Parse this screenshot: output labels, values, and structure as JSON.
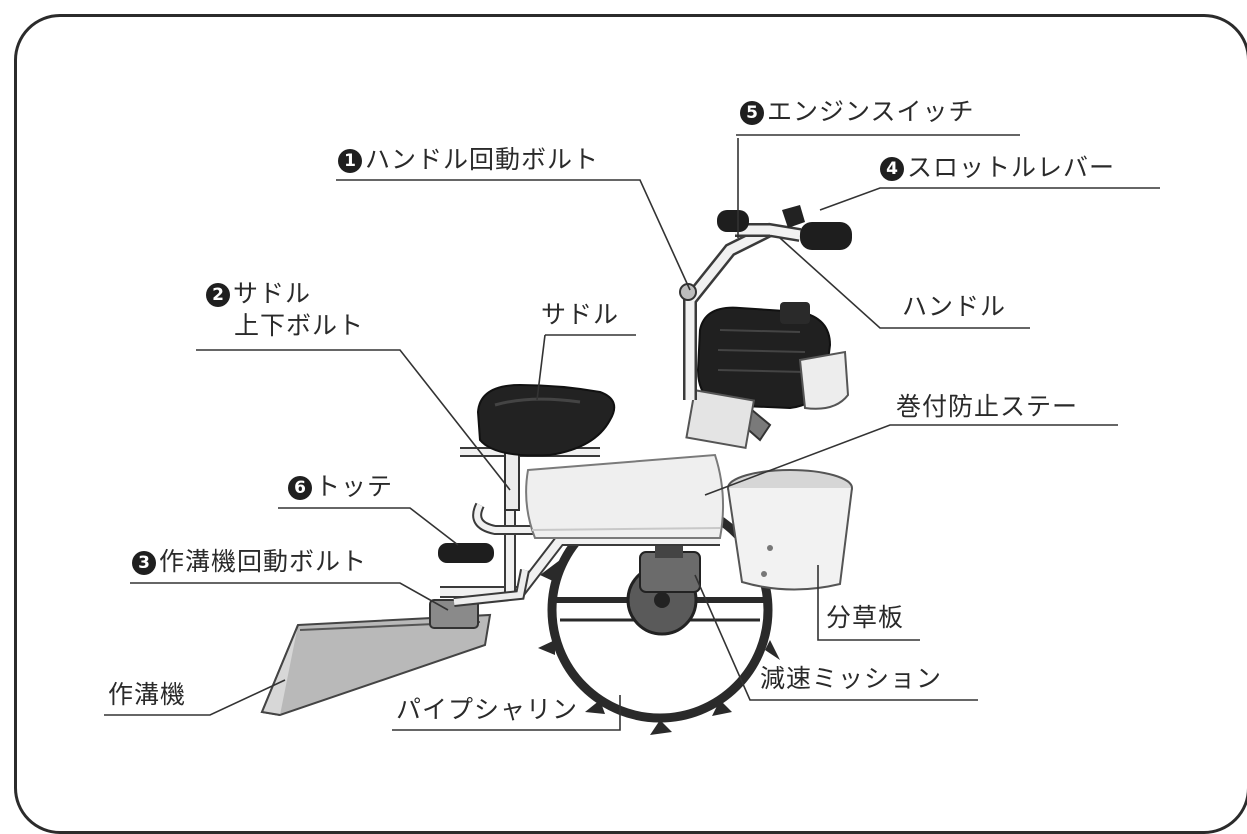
{
  "labels": {
    "handle_pivot_bolt": {
      "num": "1",
      "text": "ハンドル回動ボルト"
    },
    "saddle_bolt": {
      "num": "2",
      "line1": "サドル",
      "line2": "上下ボルト"
    },
    "ditcher_pivot_bolt": {
      "num": "3",
      "text": "作溝機回動ボルト"
    },
    "throttle_lever": {
      "num": "4",
      "text": "スロットルレバー"
    },
    "engine_switch": {
      "num": "5",
      "text": "エンジンスイッチ"
    },
    "grip": {
      "num": "6",
      "text": "トッテ"
    },
    "saddle": "サドル",
    "handle": "ハンドル",
    "anti_wrap_stay": "巻付防止ステー",
    "weed_divider": "分草板",
    "reduction_gear": "減速ミッション",
    "pipe_wheel": "パイプシャリン",
    "ditcher": "作溝機"
  },
  "colors": {
    "frame": "#2b2b2b",
    "leader": "#333333",
    "machine_white": "#e9e9e9",
    "machine_dark": "#1c1c1c",
    "metal": "#9a9a9a"
  }
}
